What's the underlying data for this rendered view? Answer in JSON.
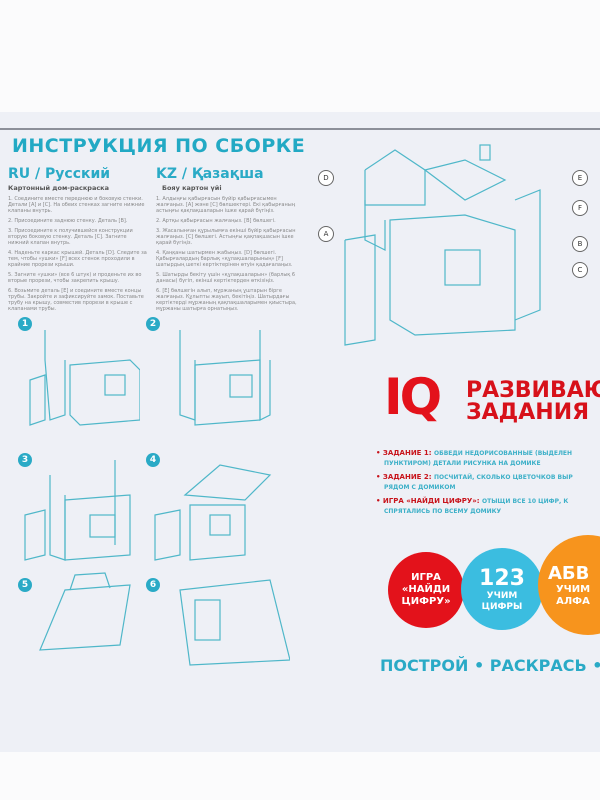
{
  "header": {
    "title": "ИНСТРУКЦИЯ ПО СБОРКЕ"
  },
  "ru": {
    "lang": "RU / Русский",
    "subtitle": "Картонный дом-раскраска",
    "steps": [
      "1. Соедините вместе переднюю и боковую стенки. Детали [A] и [C]. На обеих стенках загните нижние клапаны внутрь.",
      "2. Присоедините заднюю стенку. Деталь [B].",
      "3. Присоедините к получившейся конструкции вторую боковую стенку. Деталь [C]. Загните нижний клапан внутрь.",
      "4. Наденьте каркас крышей. Деталь [D]. Следите за тем, чтобы «ушки» [F] всех стенок проходили в крайние прорези крыши.",
      "5. Загните «ушки» (все 6 штук) и проденьте их во вторые прорези, чтобы закрепить крышу.",
      "6. Возьмите деталь [E] и соедините вместе концы трубы. Закройте и зафиксируйте замок. Поставьте трубу на крышу, совместив прорези в крыше с клапанами трубы."
    ]
  },
  "kz": {
    "lang": "KZ / Қазақша",
    "subtitle": "Бояу картон үйі",
    "steps": [
      "1. Алдыңғы қабырғасын бүйір қабырғасымен жалғаңыз. [A] және [C] бөлшектері. Екі қабырғаның астыңғы қақпақшаларын ішке қарай бүгіңіз.",
      "2. Артқы қабырғасын жалғаңыз. [B] бөлшегі.",
      "3. Жасалынған құрылымға екінші бүйір қабырғасын жалғаңыз. [C] бөлшегі. Астыңғы қақпақшасын ішке қарай бүгіңіз.",
      "4. Қаңқаны шатырмен жабыңыз. [D] бөлшегі. Қабырғалардың барлық «құлақшаларының» [F] шатырдың шеткі кертіктерінен өтуін қадағалаңыз.",
      "5. Шатырды бекіту үшін «құлақшаларын» (барлық 6 данасы) бүгіп, екінші кертіктерден өткізіңіз.",
      "6. [E] бөлшегін алып, мұржаның ұштарын бірге жалғаңыз. Құлыпты жауып, бекітіңіз. Шатырдағы кертіктерді мұржаның қақпақшаларымен қиыстыра, мұржаны шатырға орнатыңыз."
    ]
  },
  "assembly_steps": [
    "1",
    "2",
    "3",
    "4",
    "5",
    "6"
  ],
  "part_labels": [
    "A",
    "B",
    "C",
    "D",
    "E",
    "F"
  ],
  "iq": {
    "logo": "IQ",
    "line1": "РАЗВИВАЮЩ",
    "line2": "ЗАДАНИЯ"
  },
  "tasks": [
    {
      "label": "ЗАДАНИЕ 1:",
      "text": "ОБВЕДИ НЕДОРИСОВАННЫЕ (ВЫДЕЛЕН",
      "text2": "ПУНКТИРОМ) ДЕТАЛИ РИСУНКА НА ДОМИКЕ"
    },
    {
      "label": "ЗАДАНИЕ 2:",
      "text": "ПОСЧИТАЙ, СКОЛЬКО ЦВЕТОЧКОВ ВЫР",
      "text2": "РЯДОМ С ДОМИКОМ"
    },
    {
      "label": "ИГРА «НАЙДИ ЦИФРУ»:",
      "text": "ОТЫЩИ ВСЕ 10 ЦИФР, К",
      "text2": "СПРЯТАЛИСЬ ПО ВСЕМУ ДОМИКУ"
    }
  ],
  "badges": [
    {
      "text": "ИГРА «НАЙДИ ЦИФРУ»",
      "color": "#e3121b"
    },
    {
      "big": "123",
      "text": "УЧИМ ЦИФРЫ",
      "color": "#3bbde0"
    },
    {
      "big": "АБВ",
      "text": "УЧИМ АЛФА",
      "color": "#f7941d"
    }
  ],
  "slogan": "ПОСТРОЙ • РАСКРАСЬ • УЧИ"
}
